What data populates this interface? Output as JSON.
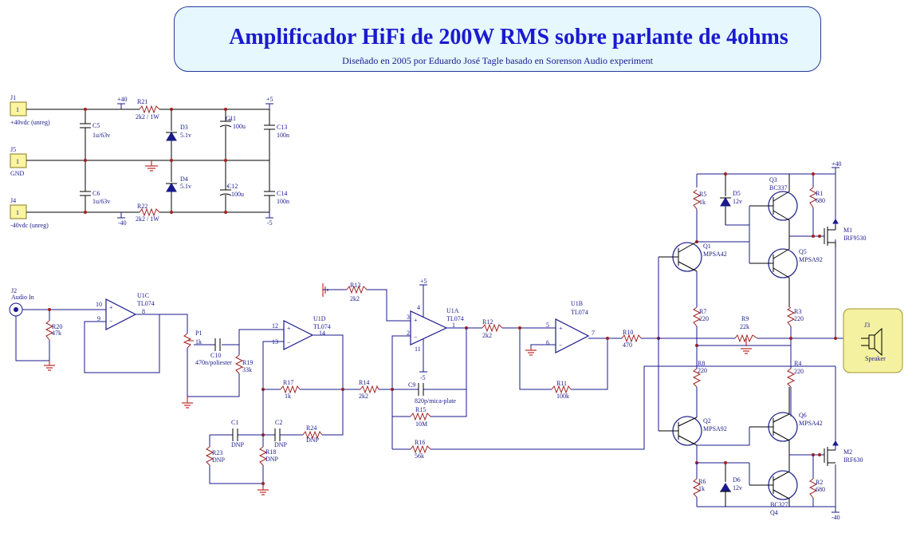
{
  "title": {
    "main": "Amplificador HiFi de 200W RMS sobre  parlante de 4ohms",
    "sub": "Diseñado en 2005 por Eduardo José Tagle basado en Sorenson Audio experiment"
  },
  "connectors": [
    {
      "ref": "J1",
      "pin": "1",
      "label": "+40vdc (unreg)"
    },
    {
      "ref": "J5",
      "pin": "1",
      "label": "GND"
    },
    {
      "ref": "J4",
      "pin": "1",
      "label": "-40vdc (unreg)"
    },
    {
      "ref": "J2",
      "label": "Audio In"
    },
    {
      "ref": "J3",
      "label": "Speaker"
    }
  ],
  "rails": {
    "p40": "+40",
    "m40": "-40",
    "p5": "+5",
    "m5": "-5"
  },
  "resistors": {
    "R21": {
      "ref": "R21",
      "value": "2k2 / 1W"
    },
    "R22": {
      "ref": "R22",
      "value": "2k2 / 1W"
    },
    "R20": {
      "ref": "R20",
      "value": "47k"
    },
    "P1": {
      "ref": "P1",
      "value": "1k"
    },
    "R19": {
      "ref": "R19",
      "value": "33k"
    },
    "R17": {
      "ref": "R17",
      "value": "1k"
    },
    "R14": {
      "ref": "R14",
      "value": "2k2"
    },
    "R24": {
      "ref": "R24",
      "value": "DNP"
    },
    "R23": {
      "ref": "R23",
      "value": "DNP"
    },
    "R18": {
      "ref": "R18",
      "value": "DNP"
    },
    "R13": {
      "ref": "R13",
      "value": "2k2"
    },
    "R12": {
      "ref": "R12",
      "value": "2k2"
    },
    "R15": {
      "ref": "R15",
      "value": "10M"
    },
    "R16": {
      "ref": "R16",
      "value": "56k"
    },
    "R11": {
      "ref": "R11",
      "value": "100k"
    },
    "R10": {
      "ref": "R10",
      "value": "470"
    },
    "R9": {
      "ref": "R9",
      "value": "22k"
    },
    "R5": {
      "ref": "R5",
      "value": "1k"
    },
    "R7": {
      "ref": "R7",
      "value": "220"
    },
    "R8": {
      "ref": "R8",
      "value": "220"
    },
    "R6": {
      "ref": "R6",
      "value": "1k"
    },
    "R1": {
      "ref": "R1",
      "value": "680"
    },
    "R3": {
      "ref": "R3",
      "value": "220"
    },
    "R4": {
      "ref": "R4",
      "value": "220"
    },
    "R2": {
      "ref": "R2",
      "value": "680"
    }
  },
  "capacitors": {
    "C5": {
      "ref": "C5",
      "value": "1u/63v"
    },
    "C6": {
      "ref": "C6",
      "value": "1u/63v"
    },
    "C11": {
      "ref": "C11",
      "value": "100u"
    },
    "C12": {
      "ref": "C12",
      "value": "100u"
    },
    "C13": {
      "ref": "C13",
      "value": "100n"
    },
    "C14": {
      "ref": "C14",
      "value": "100n"
    },
    "C10": {
      "ref": "C10",
      "value": "470n/poliester"
    },
    "C1": {
      "ref": "C1",
      "value": "DNP"
    },
    "C2": {
      "ref": "C2",
      "value": "DNP"
    },
    "C9": {
      "ref": "C9",
      "value": "820p/mica-plate"
    }
  },
  "diodes": {
    "D3": {
      "ref": "D3",
      "value": "5.1v"
    },
    "D4": {
      "ref": "D4",
      "value": "5.1v"
    },
    "D5": {
      "ref": "D5",
      "value": "12v"
    },
    "D6": {
      "ref": "D6",
      "value": "12v"
    }
  },
  "opamps": {
    "U1C": {
      "ref": "U1C",
      "part": "TL074",
      "p_plus": "10",
      "p_minus": "9",
      "p_out": "8"
    },
    "U1D": {
      "ref": "U1D",
      "part": "TL074",
      "p_plus": "12",
      "p_minus": "13",
      "p_out": "14"
    },
    "U1A": {
      "ref": "U1A",
      "part": "TL074",
      "p_plus": "3",
      "p_minus": "2",
      "p_out": "1",
      "p_vp": "4",
      "p_vm": "11"
    },
    "U1B": {
      "ref": "U1B",
      "part": "TL074",
      "p_plus": "5",
      "p_minus": "6",
      "p_out": "7"
    }
  },
  "transistors": {
    "Q3": {
      "ref": "Q3",
      "part": "BC337"
    },
    "Q1": {
      "ref": "Q1",
      "part": "MPSA42"
    },
    "Q5": {
      "ref": "Q5",
      "part": "MPSA92"
    },
    "Q2": {
      "ref": "Q2",
      "part": "MPSA92"
    },
    "Q6": {
      "ref": "Q6",
      "part": "MPSA42"
    },
    "Q4": {
      "ref": "Q4",
      "part": "BC327"
    },
    "M1": {
      "ref": "M1",
      "part": "IRF9530"
    },
    "M2": {
      "ref": "M2",
      "part": "IRF630"
    }
  }
}
